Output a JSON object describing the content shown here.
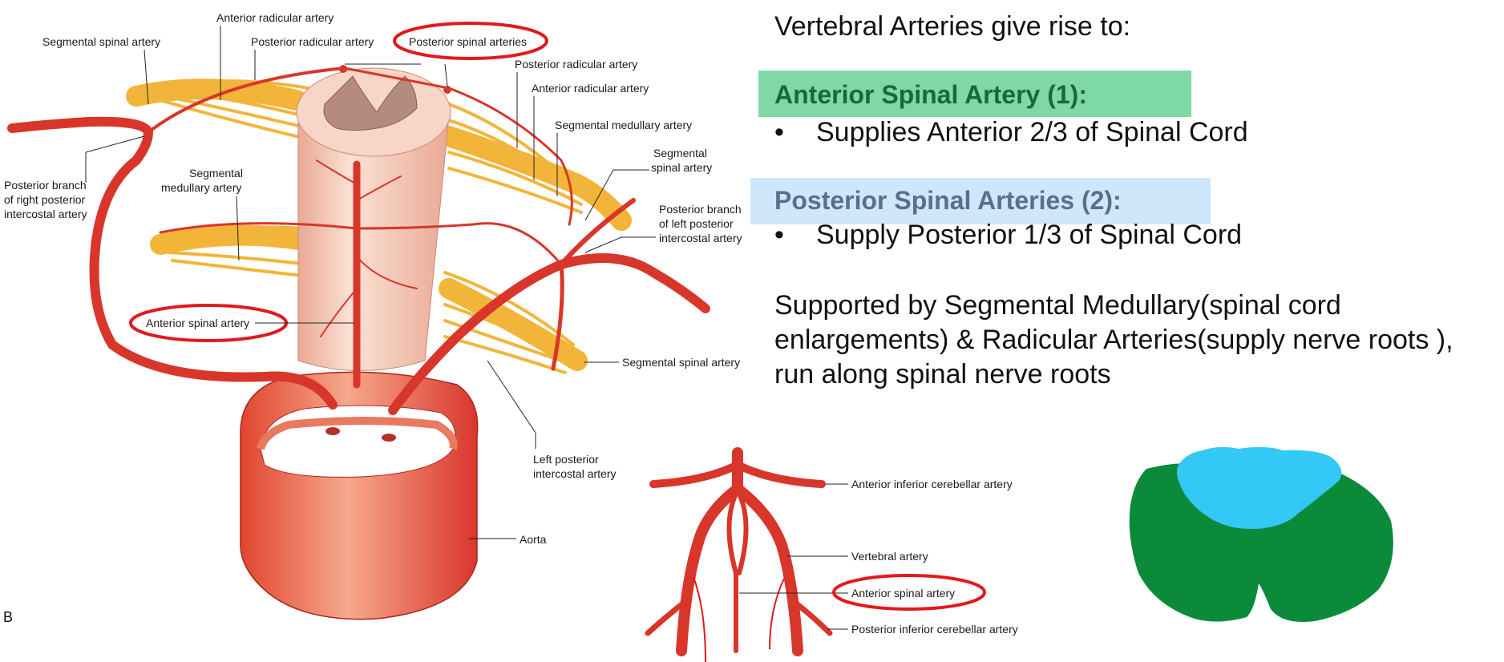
{
  "left_diagram": {
    "labels": {
      "segmental_spinal_artery_top": "Segmental spinal artery",
      "anterior_radicular_artery_top": "Anterior radicular artery",
      "posterior_radicular_artery_top": "Posterior radicular artery",
      "posterior_spinal_arteries": "Posterior spinal arteries",
      "posterior_radicular_artery_right": "Posterior radicular artery",
      "anterior_radicular_artery_right": "Anterior radicular artery",
      "segmental_medullary_artery_right": "Segmental medullary artery",
      "segmental_spinal_artery_right": [
        "Segmental",
        "spinal artery"
      ],
      "posterior_branch_left": [
        "Posterior branch",
        "of left posterior",
        "intercostal artery"
      ],
      "posterior_branch_right": [
        "Posterior branch",
        "of right posterior",
        "intercostal artery"
      ],
      "segmental_medullary_artery_left": [
        "Segmental",
        "medullary artery"
      ],
      "anterior_spinal_artery": "Anterior spinal artery",
      "segmental_spinal_artery_bottom": "Segmental spinal artery",
      "left_posterior_intercostal": [
        "Left posterior",
        "intercostal artery"
      ],
      "aorta": "Aorta"
    },
    "panel_label": "B"
  },
  "bottom_diagram": {
    "labels": {
      "anterior_inferior_cerebellar": "Anterior inferior cerebellar artery",
      "vertebral": "Vertebral artery",
      "anterior_spinal": "Anterior spinal artery",
      "posterior_inferior_cerebellar": "Posterior inferior cerebellar artery"
    }
  },
  "slide": {
    "heading": "Vertebral Arteries give rise to:",
    "anterior": {
      "title": "Anterior Spinal Artery (1):",
      "bullet": "Supplies Anterior 2/3 of Spinal Cord"
    },
    "posterior": {
      "title": "Posterior Spinal Arteries (2):",
      "bullet": "Supply Posterior 1/3 of Spinal Cord"
    },
    "bullet_symbol": "•",
    "support_text": "Supported by Segmental Medullary(spinal cord enlargements) & Radicular Arteries(supply nerve roots ), run along spinal nerve roots"
  },
  "colors": {
    "artery": "#d8362b",
    "nerve": "#f2b53a",
    "cord": "#f3c8b4",
    "highlight_ring": "#e2191c",
    "green_highlight": "#7fd9a6",
    "blue_highlight": "#cfe7fb",
    "anterior_region": "#0b8a3a",
    "posterior_region": "#33c8f5"
  }
}
